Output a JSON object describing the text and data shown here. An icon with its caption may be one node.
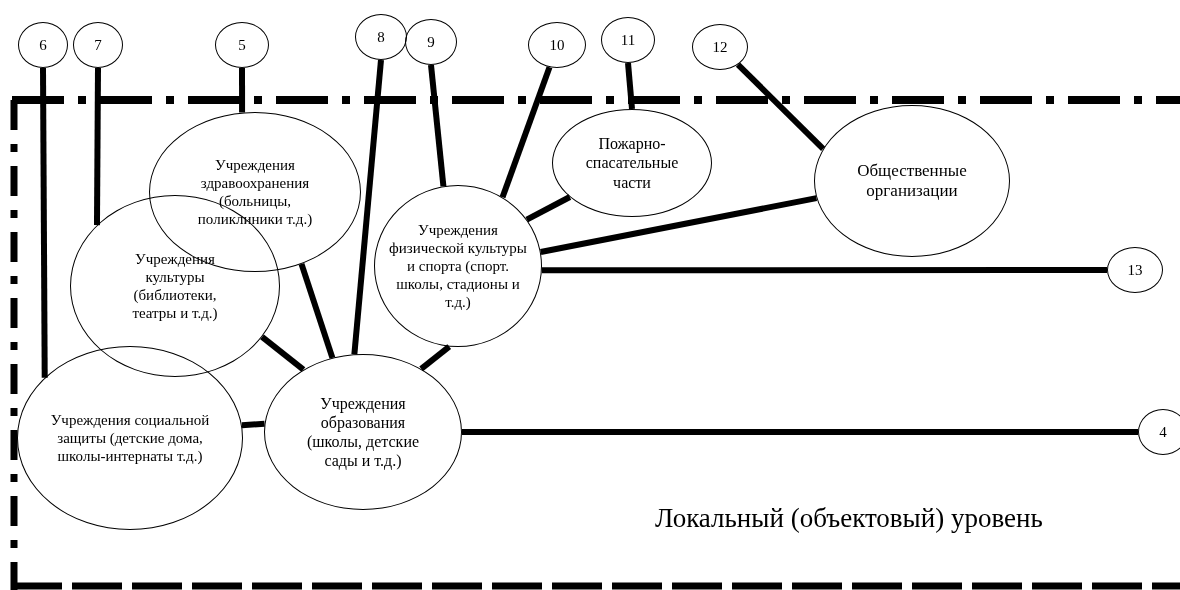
{
  "diagram": {
    "nodes": [
      {
        "text": [
          "6"
        ]
      },
      {
        "text": [
          "7"
        ]
      },
      {
        "text": [
          "5"
        ]
      },
      {
        "text": [
          "8"
        ]
      },
      {
        "text": [
          "9"
        ]
      },
      {
        "text": [
          "10"
        ]
      },
      {
        "text": [
          "11"
        ]
      },
      {
        "text": [
          "12"
        ]
      },
      {
        "text": [
          "Учреждения здравоохранения (больницы, поликлиники т.д.)"
        ]
      },
      {
        "text": [
          "Пожарно-спасательные части"
        ]
      },
      {
        "text": [
          "Общественные организации"
        ]
      },
      {
        "text": [
          "Учреждения культуры (библиотеки, театры и т.д.)"
        ]
      },
      {
        "text": [
          "Учреждения физической культуры и спорта (спорт. школы, стадионы и т.д.)"
        ]
      },
      {
        "text": [
          "13"
        ]
      },
      {
        "text": [
          "Учреждения социальной защиты (детские дома, школы-интернаты т.д.)"
        ]
      },
      {
        "text": [
          "Учреждения образования (школы, детские сады и т.д.)"
        ]
      },
      {
        "text": [
          "4"
        ]
      }
    ],
    "edges": [
      {
        "from": 0,
        "to": 14,
        "arrow": "none"
      },
      {
        "from": 1,
        "to": 11,
        "arrow": "none"
      },
      {
        "from": 2,
        "to": 8,
        "arrow": "none"
      },
      {
        "from": 3,
        "to": 15,
        "arrow": "none"
      },
      {
        "from": 4,
        "to": 12,
        "arrow": "none"
      },
      {
        "from": 5,
        "to": 12,
        "arrow": "none"
      },
      {
        "from": 6,
        "to": 9,
        "arrow": "none"
      },
      {
        "from": 7,
        "to": 10,
        "arrow": "none"
      },
      {
        "from": 12,
        "to": 13,
        "arrow": "none"
      },
      {
        "from": 15,
        "to": 16,
        "arrow": "none"
      },
      {
        "from": 9,
        "to": 12,
        "arrow": "none"
      },
      {
        "from": 10,
        "to": 12,
        "arrow": "none"
      },
      {
        "from": 8,
        "to": 15,
        "arrow": "none"
      },
      {
        "from": 11,
        "to": 15,
        "arrow": "none"
      },
      {
        "from": 14,
        "to": 15,
        "arrow": "none"
      },
      {
        "from": 12,
        "to": 15,
        "arrow": "none"
      }
    ],
    "labels": [
      "Локальный (объектовый) уровень"
    ]
  }
}
